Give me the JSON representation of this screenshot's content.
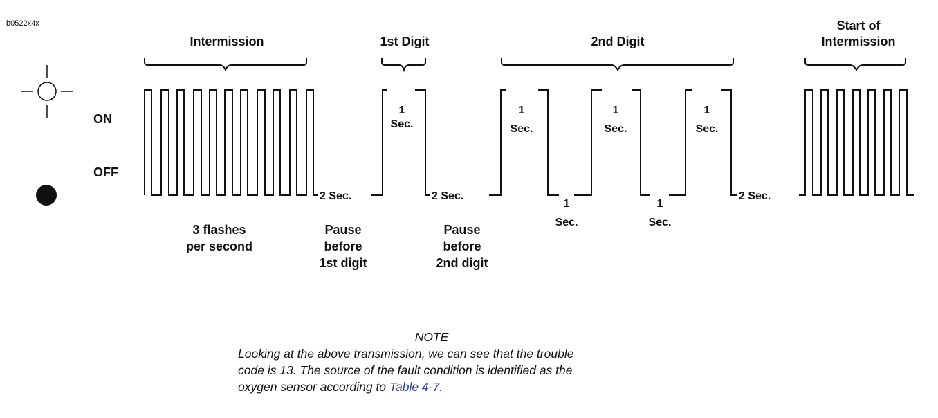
{
  "figure_id": "b0522x4x",
  "brackets": {
    "intermission": "Intermission",
    "first_digit": "1st Digit",
    "second_digit": "2nd Digit",
    "start_line1": "Start of",
    "start_line2": "Intermission"
  },
  "states": {
    "on": "ON",
    "off": "OFF"
  },
  "icons": {
    "on": "lamp-on-icon",
    "off": "lamp-off-icon"
  },
  "timing": {
    "one": "1",
    "sec": "Sec.",
    "two_sec": "2 Sec."
  },
  "captions": {
    "flashes_1": "3 flashes",
    "flashes_2": "per second",
    "pause1_1": "Pause",
    "pause1_2": "before",
    "pause1_3": "1st digit",
    "pause2_1": "Pause",
    "pause2_2": "before",
    "pause2_3": "2nd digit"
  },
  "note": {
    "title": "NOTE",
    "line1": "Looking at the above transmission, we can see that the trouble",
    "line2": "code is 13. The source of the fault condition is identified as the",
    "line3_pre": "oxygen sensor according to ",
    "link": "Table 4-7.",
    "link_color": "#2e3fa0"
  }
}
